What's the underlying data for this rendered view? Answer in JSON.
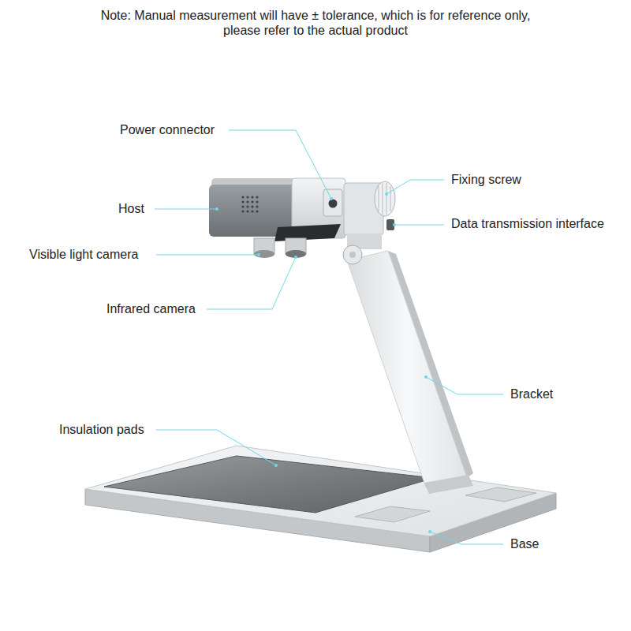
{
  "diagram": {
    "labels": [
      "Note: Manual measurement will have ± tolerance, which is for reference only, please refer to the actual product",
      "Power connector",
      "Host",
      "Fixing screw",
      "Data transmission interface",
      "Visible light camera",
      "Infrared camera",
      "Bracket",
      "Insulation pads",
      "Base"
    ]
  }
}
